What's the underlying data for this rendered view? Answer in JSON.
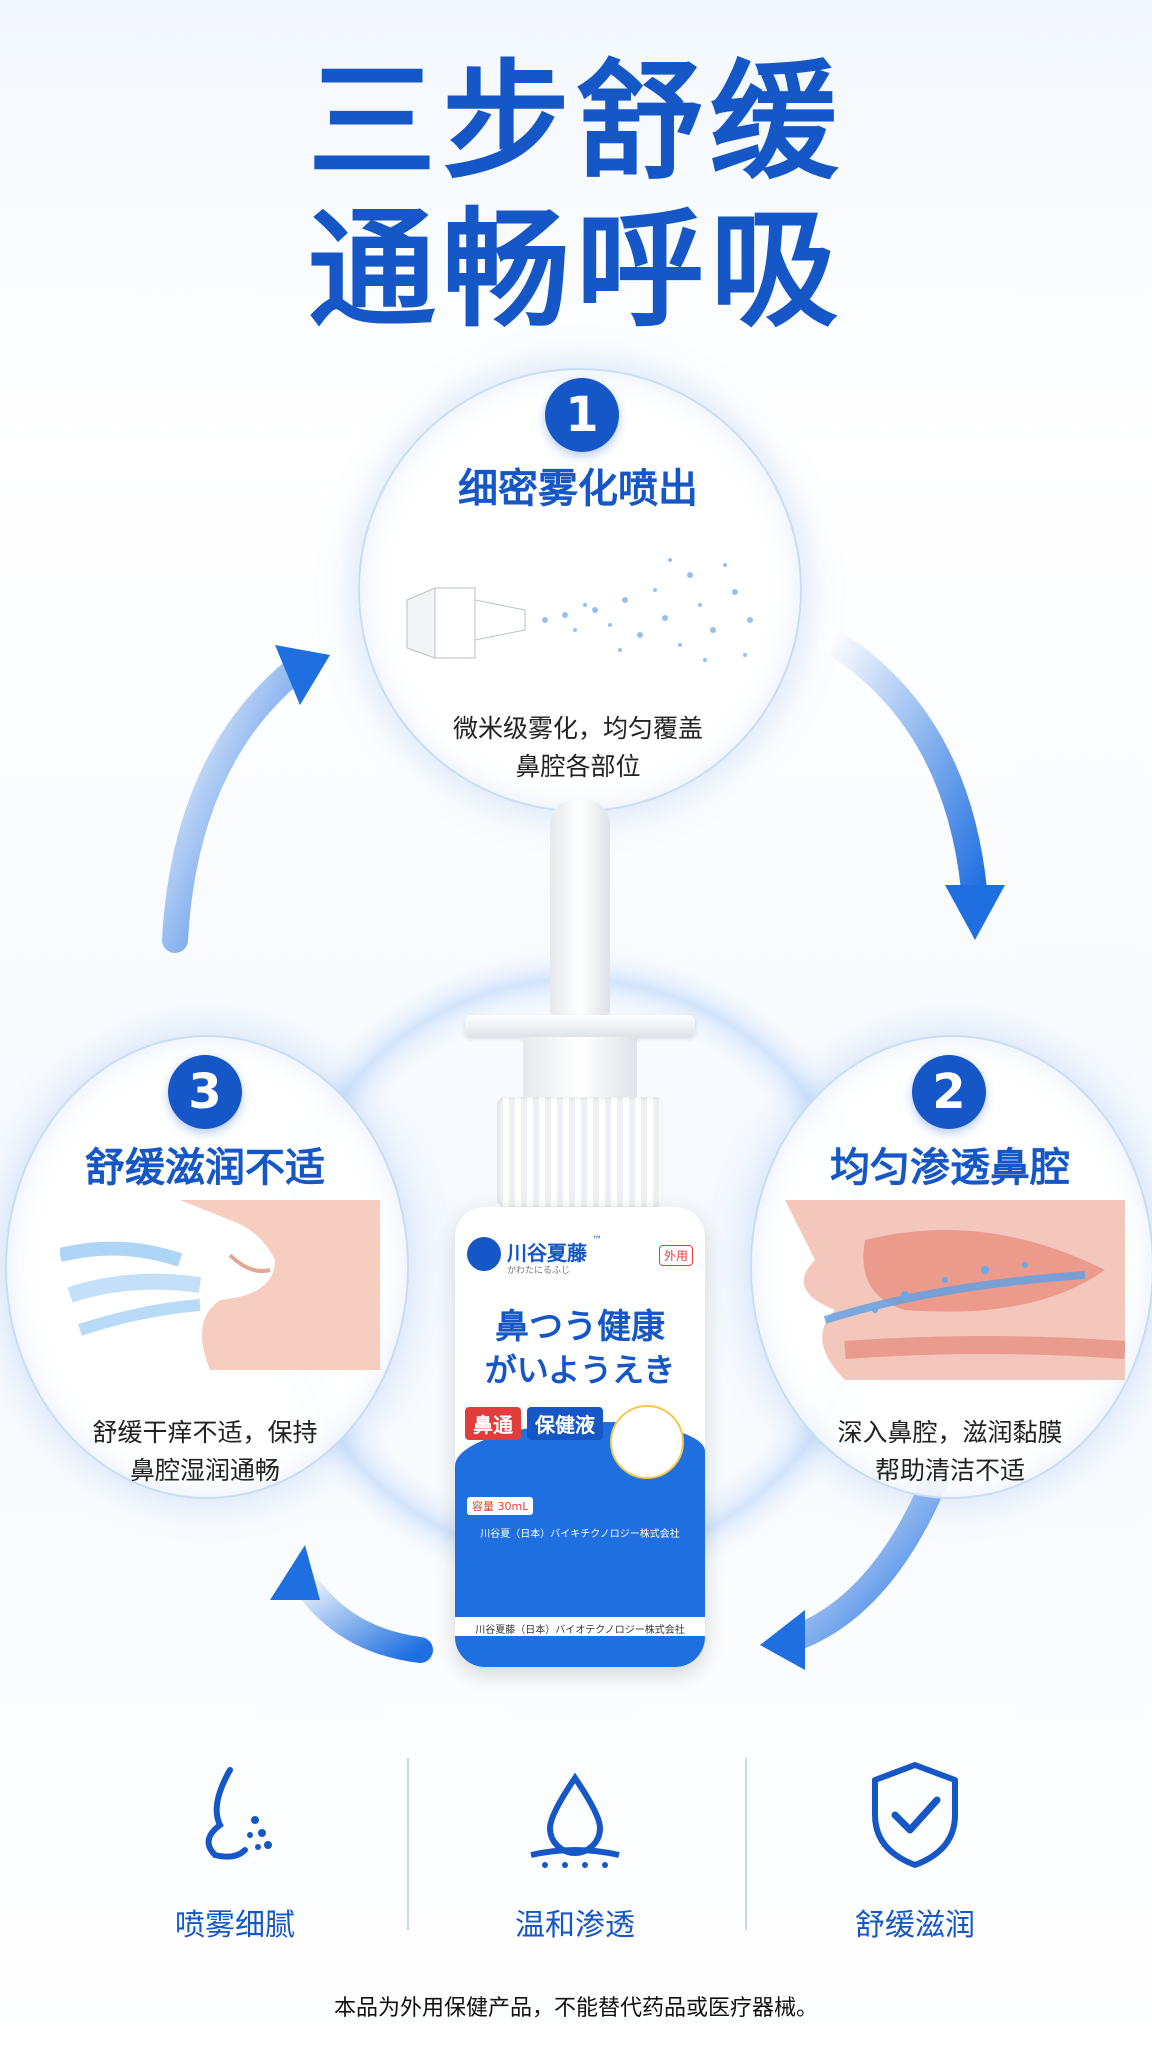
{
  "headline": {
    "line1": "三步舒缓",
    "line2": "通畅呼吸"
  },
  "steps": [
    {
      "number": "1",
      "title": "细密雾化喷出",
      "desc_line1": "微米级雾化，均匀覆盖",
      "desc_line2": "鼻腔各部位"
    },
    {
      "number": "2",
      "title": "均匀渗透鼻腔",
      "desc_line1": "深入鼻腔，滋润黏膜",
      "desc_line2": "帮助清洁不适"
    },
    {
      "number": "3",
      "title": "舒缓滋润不适",
      "desc_line1": "舒缓干痒不适，保持",
      "desc_line2": "鼻腔湿润通畅"
    }
  ],
  "product": {
    "brand": "川谷夏藤",
    "brand_tm": "™",
    "brand_kana": "かわたにるふじ",
    "external_tag": "外用",
    "name_line1": "鼻つう健康",
    "name_line2": "がいようえき",
    "chip1": "鼻通",
    "chip2": "保健液",
    "volume": "容量 30mL",
    "company1": "川谷夏（日本）バイキチクノロジー株式会社",
    "company2": "川谷夏藤（日本）バイオテクノロジー株式会社"
  },
  "features": [
    {
      "label": "喷雾细腻",
      "icon": "nose-spray-icon"
    },
    {
      "label": "温和渗透",
      "icon": "water-drop-icon"
    },
    {
      "label": "舒缓滋润",
      "icon": "shield-check-icon"
    }
  ],
  "footer_note": "本品为外用保健产品，不能替代药品或医疗器械。",
  "colors": {
    "primary": "#1557c6",
    "light": "#cfe2fb"
  }
}
